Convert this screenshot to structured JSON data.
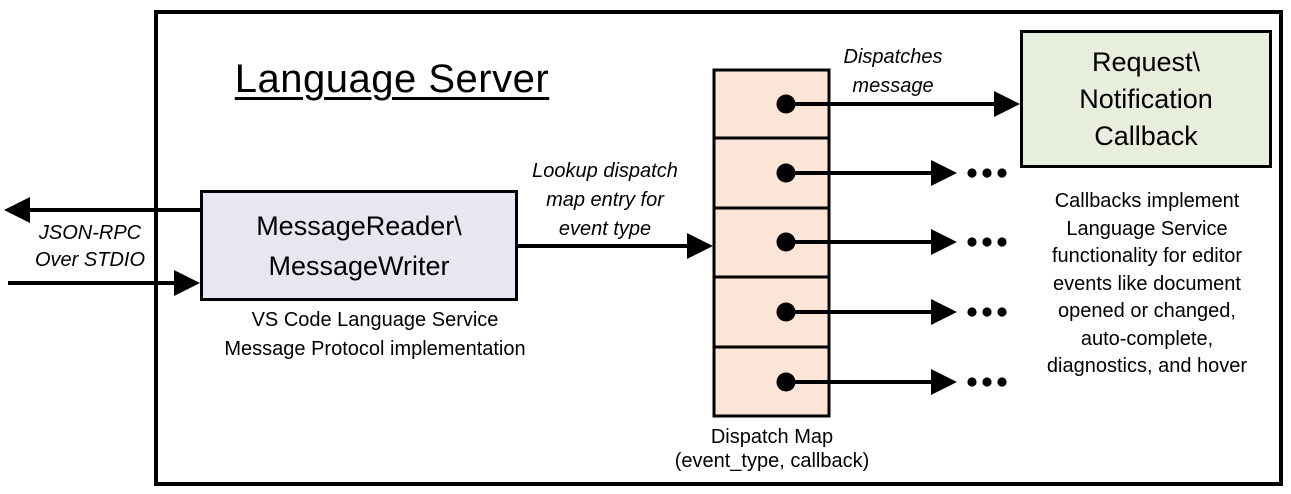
{
  "colors": {
    "reader_fill": "#E8E6F0",
    "map_fill": "#FBE5D6",
    "callback_fill": "#E8EEDC",
    "stroke": "#000000"
  },
  "title": "Language Server",
  "io_label": {
    "line1": "JSON-RPC",
    "line2": "Over STDIO"
  },
  "reader_box": {
    "line1": "MessageReader\\",
    "line2": "MessageWriter"
  },
  "reader_caption": {
    "line1": "VS Code Language Service",
    "line2": "Message Protocol implementation"
  },
  "lookup_label": {
    "line1": "Lookup dispatch",
    "line2": "map entry for",
    "line3": "event type"
  },
  "dispatches_label": {
    "line1": "Dispatches",
    "line2": "message"
  },
  "callback_box": {
    "line1": "Request\\",
    "line2": "Notification",
    "line3": "Callback"
  },
  "callbacks_note": {
    "line1": "Callbacks implement",
    "line2": "Language Service",
    "line3": "functionality for editor",
    "line4": "events like document",
    "line5": "opened or changed,",
    "line6": "auto-complete,",
    "line7": "diagnostics, and hover"
  },
  "map_label": {
    "line1": "Dispatch Map",
    "line2": "(event_type, callback)"
  },
  "map_rows": 5
}
